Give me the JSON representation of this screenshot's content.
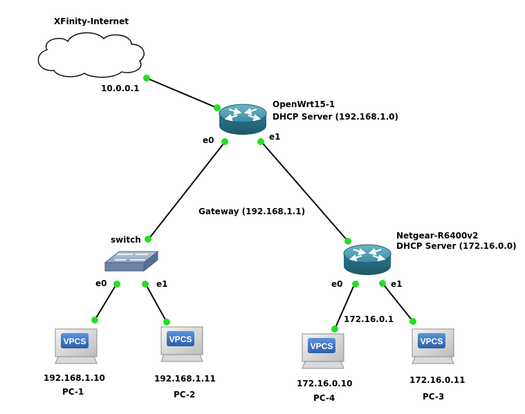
{
  "cloud": {
    "name": "XFinity-Internet",
    "ip": "10.0.0.1"
  },
  "router1": {
    "name": "OpenWrt15-1",
    "role": "DHCP Server (192.168.1.0)",
    "port_left": "e0",
    "port_right": "e1",
    "gateway": "Gateway (192.168.1.1)"
  },
  "switch": {
    "name": "switch",
    "port_left": "e0",
    "port_right": "e1"
  },
  "router2": {
    "name": "Netgear-R6400v2",
    "role": "DHCP Server (172.16.0.0)",
    "port_left": "e0",
    "port_right": "e1",
    "gateway_ip": "172.16.0.1"
  },
  "pcs": [
    {
      "name": "PC-1",
      "ip": "192.168.1.10",
      "badge": "VPCS"
    },
    {
      "name": "PC-2",
      "ip": "192.168.1.11",
      "badge": "VPCS"
    },
    {
      "name": "PC-4",
      "ip": "172.16.0.10",
      "badge": "VPCS"
    },
    {
      "name": "PC-3",
      "ip": "172.16.0.11",
      "badge": "VPCS"
    }
  ],
  "colors": {
    "link": "#000000",
    "port_up": "#22e022",
    "router": "#2f7f93",
    "switch": "#7f95b5",
    "vpcs_badge": "#3a74c6"
  }
}
